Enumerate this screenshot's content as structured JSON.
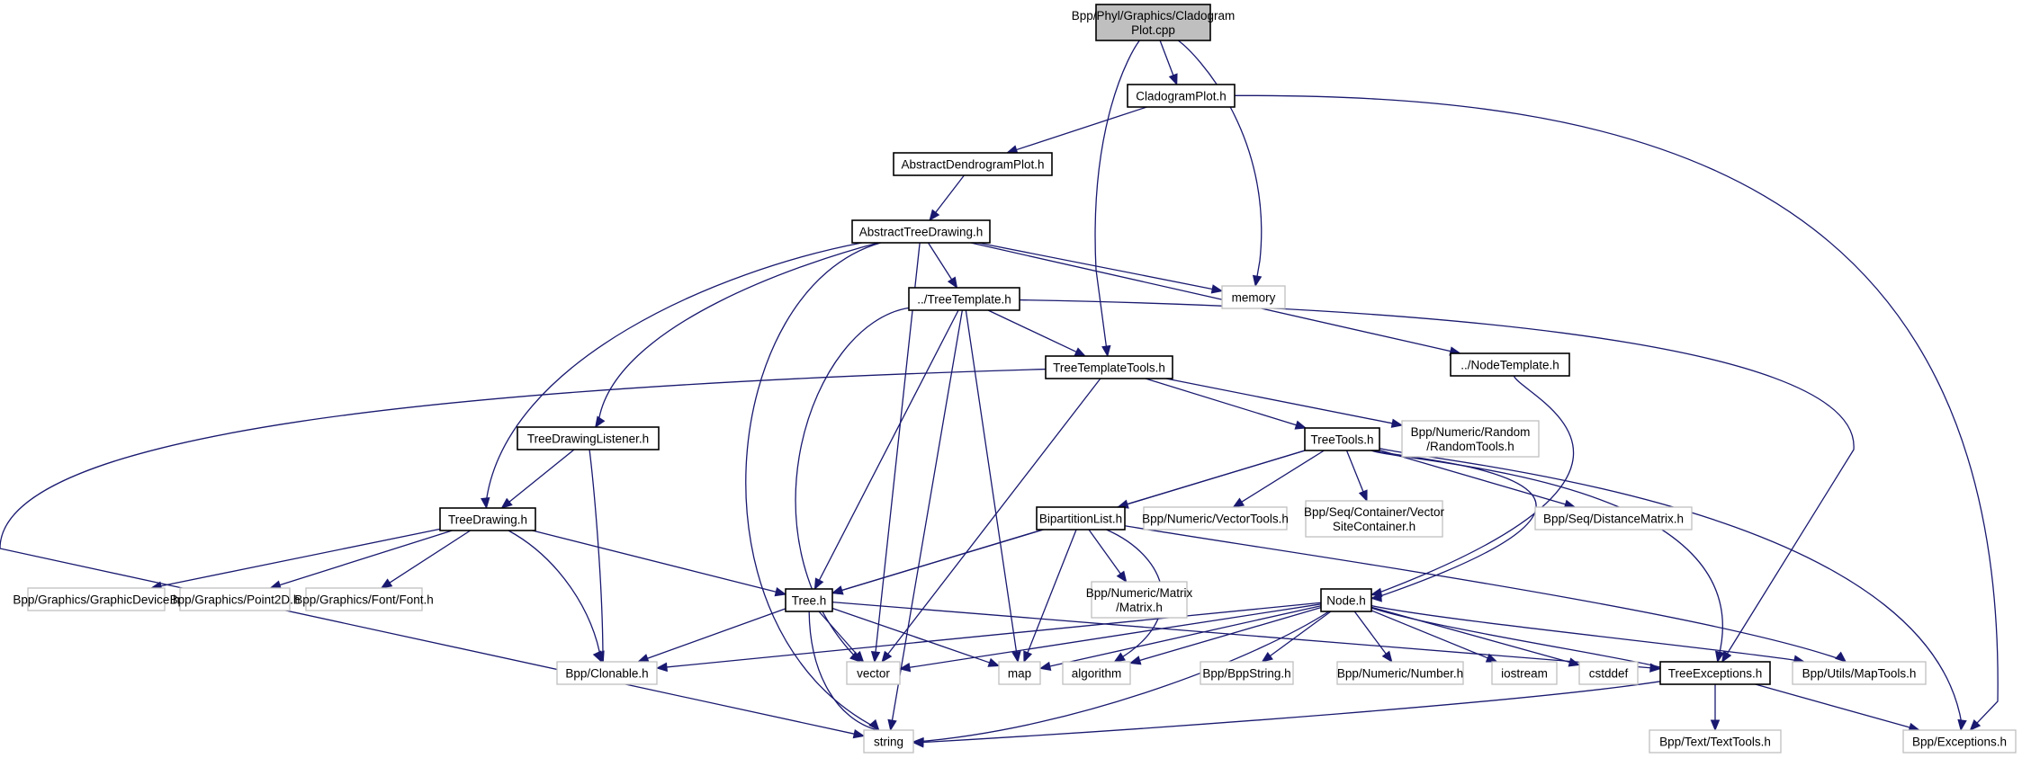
{
  "diagram": {
    "title": "Include dependency graph for Bpp/Phyl/Graphics/CladogramPlot.cpp",
    "colors": {
      "edge": "#191970",
      "root_fill": "#bfbfbf",
      "local_border": "#000000",
      "external_border": "#bfbfbf",
      "background": "#ffffff"
    },
    "nodes": [
      {
        "id": "cpp",
        "kind": "root",
        "lines": [
          "Bpp/Phyl/Graphics/Cladogram",
          "Plot.cpp"
        ]
      },
      {
        "id": "cladoh",
        "kind": "local",
        "lines": [
          "CladogramPlot.h"
        ]
      },
      {
        "id": "adp",
        "kind": "local",
        "lines": [
          "AbstractDendrogramPlot.h"
        ]
      },
      {
        "id": "atd",
        "kind": "local",
        "lines": [
          "AbstractTreeDrawing.h"
        ]
      },
      {
        "id": "tt",
        "kind": "local",
        "lines": [
          "../TreeTemplate.h"
        ]
      },
      {
        "id": "memory",
        "kind": "external",
        "lines": [
          "memory"
        ]
      },
      {
        "id": "ttt",
        "kind": "local",
        "lines": [
          "TreeTemplateTools.h"
        ]
      },
      {
        "id": "nt",
        "kind": "local",
        "lines": [
          "../NodeTemplate.h"
        ]
      },
      {
        "id": "tdl",
        "kind": "local",
        "lines": [
          "TreeDrawingListener.h"
        ]
      },
      {
        "id": "ttools",
        "kind": "local",
        "lines": [
          "TreeTools.h"
        ]
      },
      {
        "id": "rand",
        "kind": "external",
        "lines": [
          "Bpp/Numeric/Random",
          "/RandomTools.h"
        ]
      },
      {
        "id": "td",
        "kind": "local",
        "lines": [
          "TreeDrawing.h"
        ]
      },
      {
        "id": "bip",
        "kind": "local",
        "lines": [
          "BipartitionList.h"
        ]
      },
      {
        "id": "vtools",
        "kind": "external",
        "lines": [
          "Bpp/Numeric/VectorTools.h"
        ]
      },
      {
        "id": "vsc",
        "kind": "external",
        "lines": [
          "Bpp/Seq/Container/Vector",
          "SiteContainer.h"
        ]
      },
      {
        "id": "dm",
        "kind": "external",
        "lines": [
          "Bpp/Seq/DistanceMatrix.h"
        ]
      },
      {
        "id": "gd",
        "kind": "external",
        "lines": [
          "Bpp/Graphics/GraphicDevice.h"
        ]
      },
      {
        "id": "p2d",
        "kind": "external",
        "lines": [
          "Bpp/Graphics/Point2D.h"
        ]
      },
      {
        "id": "font",
        "kind": "external",
        "lines": [
          "Bpp/Graphics/Font/Font.h"
        ]
      },
      {
        "id": "tree",
        "kind": "local",
        "lines": [
          "Tree.h"
        ]
      },
      {
        "id": "matrix",
        "kind": "external",
        "lines": [
          "Bpp/Numeric/Matrix",
          "/Matrix.h"
        ]
      },
      {
        "id": "node",
        "kind": "local",
        "lines": [
          "Node.h"
        ]
      },
      {
        "id": "clonable",
        "kind": "external",
        "lines": [
          "Bpp/Clonable.h"
        ]
      },
      {
        "id": "vector",
        "kind": "external",
        "lines": [
          "vector"
        ]
      },
      {
        "id": "map",
        "kind": "external",
        "lines": [
          "map"
        ]
      },
      {
        "id": "algorithm",
        "kind": "external",
        "lines": [
          "algorithm"
        ]
      },
      {
        "id": "bppstring",
        "kind": "external",
        "lines": [
          "Bpp/BppString.h"
        ]
      },
      {
        "id": "number",
        "kind": "external",
        "lines": [
          "Bpp/Numeric/Number.h"
        ]
      },
      {
        "id": "iostream",
        "kind": "external",
        "lines": [
          "iostream"
        ]
      },
      {
        "id": "cstddef",
        "kind": "external",
        "lines": [
          "cstddef"
        ]
      },
      {
        "id": "texc",
        "kind": "local",
        "lines": [
          "TreeExceptions.h"
        ]
      },
      {
        "id": "maptools",
        "kind": "external",
        "lines": [
          "Bpp/Utils/MapTools.h"
        ]
      },
      {
        "id": "string",
        "kind": "external",
        "lines": [
          "string"
        ]
      },
      {
        "id": "texttools",
        "kind": "external",
        "lines": [
          "Bpp/Text/TextTools.h"
        ]
      },
      {
        "id": "exc",
        "kind": "external",
        "lines": [
          "Bpp/Exceptions.h"
        ]
      }
    ],
    "edges": [
      [
        "cpp",
        "cladoh"
      ],
      [
        "cpp",
        "ttt"
      ],
      [
        "cpp",
        "memory"
      ],
      [
        "cladoh",
        "adp"
      ],
      [
        "cladoh",
        "exc"
      ],
      [
        "adp",
        "atd"
      ],
      [
        "atd",
        "tt"
      ],
      [
        "atd",
        "memory"
      ],
      [
        "atd",
        "nt"
      ],
      [
        "atd",
        "td"
      ],
      [
        "atd",
        "tdl"
      ],
      [
        "atd",
        "vector"
      ],
      [
        "atd",
        "string"
      ],
      [
        "tt",
        "ttt"
      ],
      [
        "tt",
        "tree"
      ],
      [
        "tt",
        "map"
      ],
      [
        "tt",
        "vector"
      ],
      [
        "tt",
        "string"
      ],
      [
        "tt",
        "texc"
      ],
      [
        "ttt",
        "ttools"
      ],
      [
        "ttt",
        "rand"
      ],
      [
        "ttt",
        "vector"
      ],
      [
        "ttt",
        "string"
      ],
      [
        "nt",
        "node"
      ],
      [
        "tdl",
        "td"
      ],
      [
        "tdl",
        "clonable"
      ],
      [
        "ttools",
        "bip"
      ],
      [
        "ttools",
        "vtools"
      ],
      [
        "ttools",
        "vsc"
      ],
      [
        "ttools",
        "dm"
      ],
      [
        "ttools",
        "tree"
      ],
      [
        "ttools",
        "node"
      ],
      [
        "ttools",
        "texc"
      ],
      [
        "ttools",
        "exc"
      ],
      [
        "td",
        "gd"
      ],
      [
        "td",
        "p2d"
      ],
      [
        "td",
        "font"
      ],
      [
        "td",
        "tree"
      ],
      [
        "td",
        "clonable"
      ],
      [
        "bip",
        "tree"
      ],
      [
        "bip",
        "matrix"
      ],
      [
        "bip",
        "map"
      ],
      [
        "bip",
        "algorithm"
      ],
      [
        "bip",
        "maptools"
      ],
      [
        "tree",
        "clonable"
      ],
      [
        "tree",
        "vector"
      ],
      [
        "tree",
        "map"
      ],
      [
        "tree",
        "string"
      ],
      [
        "tree",
        "texc"
      ],
      [
        "node",
        "clonable"
      ],
      [
        "node",
        "vector"
      ],
      [
        "node",
        "map"
      ],
      [
        "node",
        "algorithm"
      ],
      [
        "node",
        "string"
      ],
      [
        "node",
        "bppstring"
      ],
      [
        "node",
        "number"
      ],
      [
        "node",
        "iostream"
      ],
      [
        "node",
        "cstddef"
      ],
      [
        "node",
        "texc"
      ],
      [
        "node",
        "maptools"
      ],
      [
        "texc",
        "texttools"
      ],
      [
        "texc",
        "exc"
      ],
      [
        "texc",
        "string"
      ]
    ]
  }
}
